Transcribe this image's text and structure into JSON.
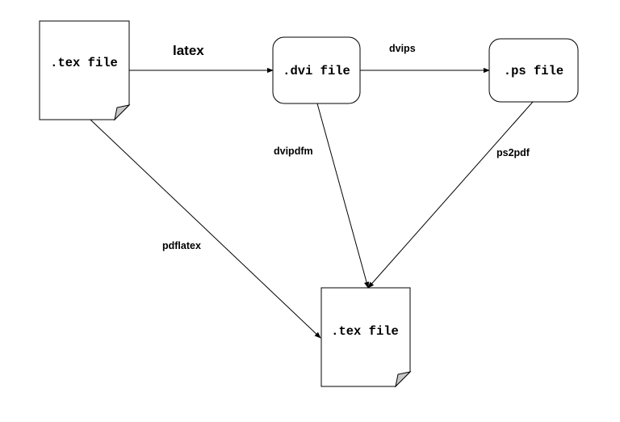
{
  "nodes": {
    "tex_source": {
      "label": ".tex file",
      "shape": "document"
    },
    "dvi": {
      "label": ".dvi file",
      "shape": "rounded-box"
    },
    "ps": {
      "label": ".ps file",
      "shape": "rounded-box"
    },
    "tex_output": {
      "label": ".tex file",
      "shape": "document"
    }
  },
  "edges": {
    "latex": {
      "label": "latex",
      "from": "tex_source",
      "to": "dvi"
    },
    "dvips": {
      "label": "dvips",
      "from": "dvi",
      "to": "ps"
    },
    "dvipdfm": {
      "label": "dvipdfm",
      "from": "dvi",
      "to": "tex_output"
    },
    "ps2pdf": {
      "label": "ps2pdf",
      "from": "ps",
      "to": "tex_output"
    },
    "pdflatex": {
      "label": "pdflatex",
      "from": "tex_source",
      "to": "tex_output"
    }
  },
  "colors": {
    "stroke": "#000000",
    "background": "#ffffff"
  }
}
